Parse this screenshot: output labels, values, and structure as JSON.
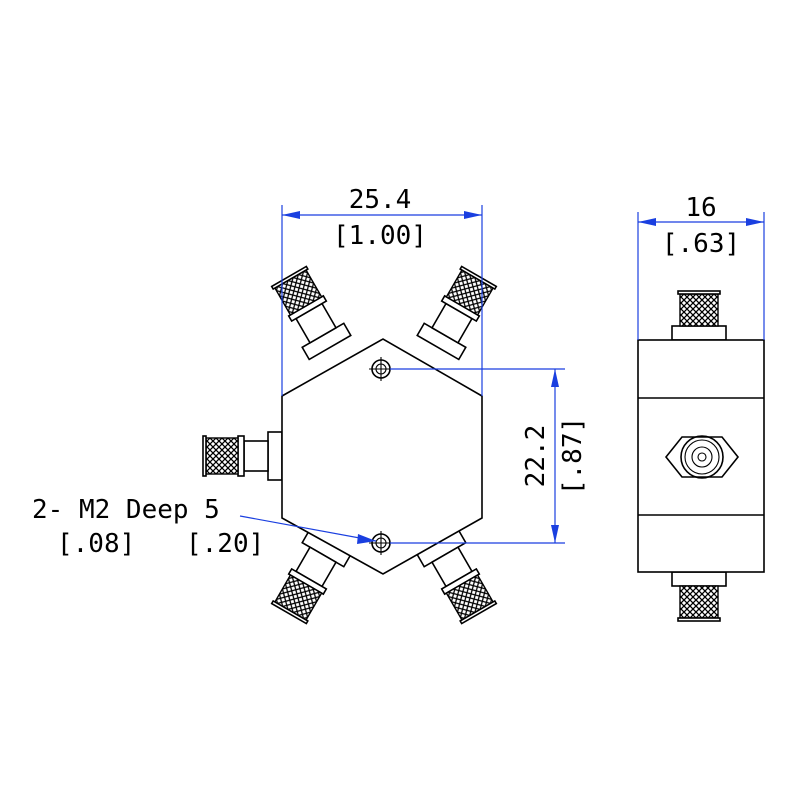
{
  "front_view": {
    "width_mm": "25.4",
    "width_in": "[1.00]",
    "hole_spacing_mm": "22.2",
    "hole_spacing_in": "[.87]",
    "hole_note": "2- M2 Deep 5",
    "hole_dia_in": "[.08]",
    "hole_depth_in": "[.20]"
  },
  "side_view": {
    "width_mm": "16",
    "width_in": "[.63]"
  },
  "colors": {
    "line": "#000000",
    "dimension": "#1a3fe0"
  }
}
